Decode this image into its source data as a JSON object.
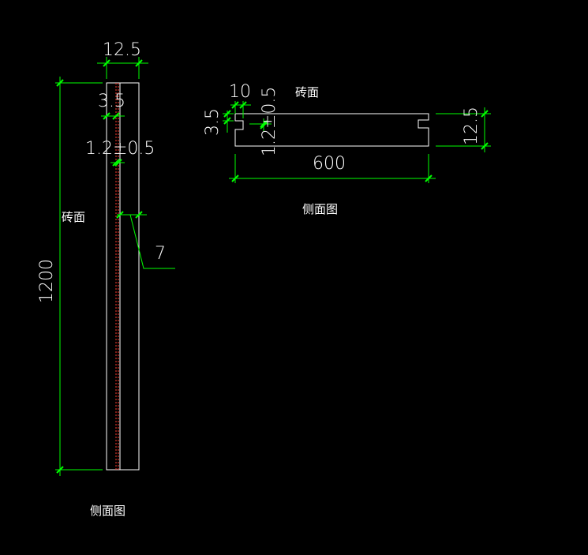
{
  "colors": {
    "background": "#000000",
    "outline": "#ffffff",
    "dimension": "#00ff00",
    "core": "#ff3b2f"
  },
  "left_view": {
    "dims": {
      "width": "12.5",
      "edge": "3.5",
      "core": "1.2±0.5",
      "height": "1200",
      "leader": "7"
    },
    "face_label": "砖面",
    "caption": "侧面图"
  },
  "right_view": {
    "dims": {
      "groove_width": "10",
      "groove_offset": "3.5",
      "core": "1.2±0.5",
      "length": "600",
      "thickness": "12.5"
    },
    "face_label": "砖面",
    "caption": "侧面图"
  }
}
